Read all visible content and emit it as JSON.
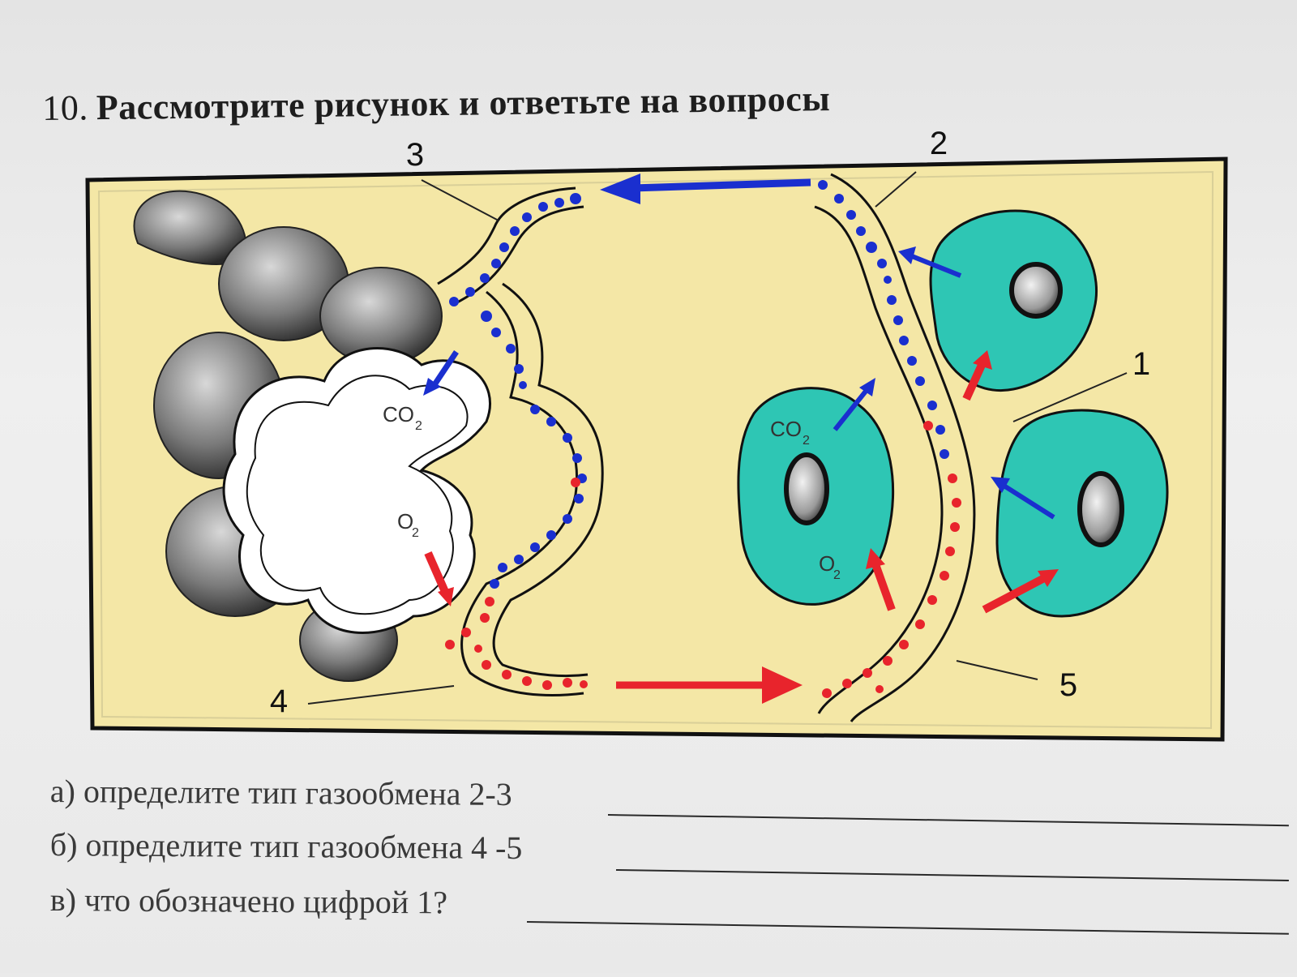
{
  "task": {
    "number": "10.",
    "title": "Рассмотрите рисунок и ответьте на вопросы"
  },
  "figure": {
    "labels": {
      "one": "1",
      "two": "2",
      "three": "3",
      "four": "4",
      "five": "5"
    },
    "gas_labels": {
      "co2": "CO",
      "o2": "O",
      "subscript": "2"
    },
    "colors": {
      "background": "#f4e7a6",
      "tissue_cell": "#2ec6b4",
      "venous_blood": "#1a2fcf",
      "arterial_blood": "#e8242c",
      "alveoli_shading": "#6e6e6e"
    }
  },
  "questions": [
    {
      "letter": "а)",
      "text": "определите тип газообмена 2-3"
    },
    {
      "letter": "б)",
      "text": "определите тип газообмена 4 -5"
    },
    {
      "letter": "в)",
      "text": "что обозначено цифрой 1?"
    }
  ]
}
